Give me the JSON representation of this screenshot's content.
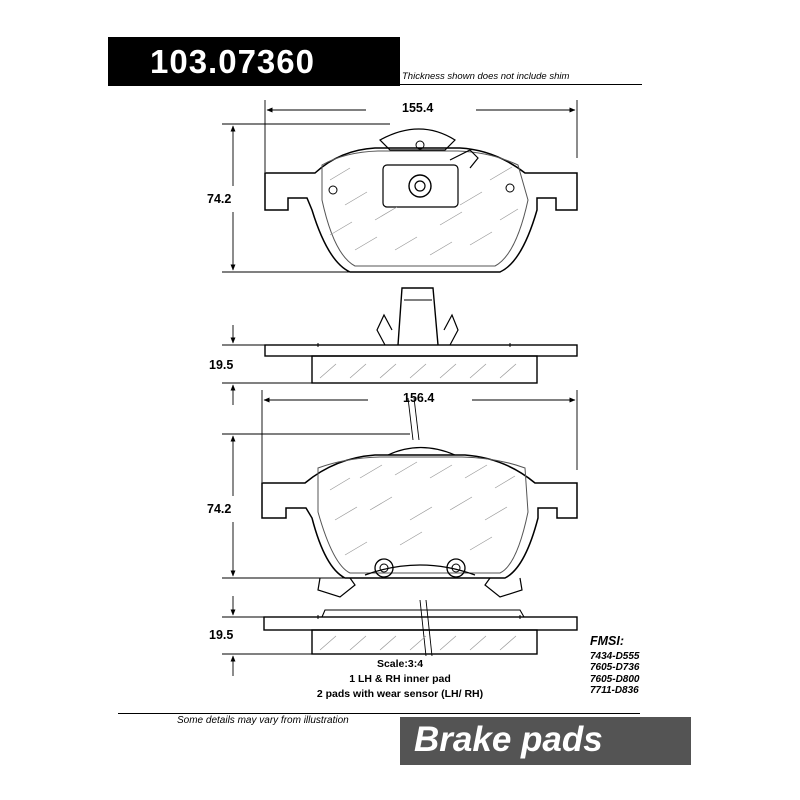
{
  "header": {
    "part_number": "103.07360",
    "thickness_note": "Thickness shown does not include shim"
  },
  "dimensions": {
    "outer_width": "155.4",
    "outer_height": "74.2",
    "outer_thickness": "19.5",
    "inner_width": "156.4",
    "inner_height": "74.2",
    "inner_thickness": "19.5"
  },
  "notes": {
    "scale": "Scale:3:4",
    "inner_pad": "1 LH & RH inner pad",
    "sensor": "2 pads with wear sensor (LH/ RH)"
  },
  "fmsi": {
    "title": "FMSI:",
    "codes": [
      "7434-D555",
      "7605-D736",
      "7605-D800",
      "7711-D836"
    ]
  },
  "footer": {
    "disclaimer": "Some details may vary from illustration",
    "product": "Brake pads"
  }
}
